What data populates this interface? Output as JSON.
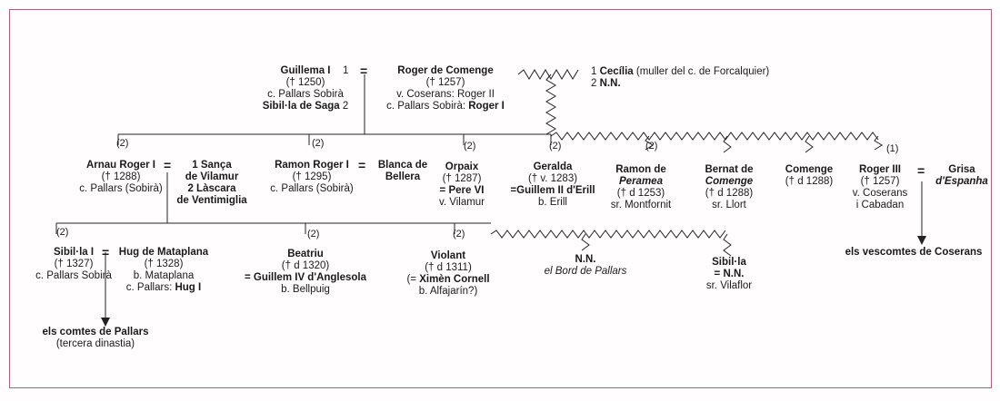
{
  "gen1": {
    "guillema": {
      "name": "Guillema I",
      "dates": "(† 1250)",
      "title": "c. Pallars Sobirà",
      "sibila_prefix": "Sibil·la de Saga",
      "sibila_num": "2"
    },
    "guillema_num": "1",
    "roger_comenge": {
      "name": "Roger de Comenge",
      "dates": "(† 1257)",
      "line1": "v. Coserans: Roger II",
      "line2_prefix": "c. Pallars Sobirà: ",
      "line2_bold": "Roger I"
    },
    "wives": {
      "w1_num": "1",
      "w1_name": "Cecília",
      "w1_note": "(muller del c. de Forcalquier)",
      "w2_num": "2",
      "w2_name": "N.N."
    }
  },
  "gen2": {
    "arnau": {
      "name": "Arnau Roger I",
      "dates": "(† 1288)",
      "title": "c. Pallars (Sobirà)",
      "marker": "(2)"
    },
    "arnau_spouse": {
      "l1": "1 Sança",
      "l2": "de Vilamur",
      "l3": "2 Làscara",
      "l4": "de Ventimiglia"
    },
    "ramon_roger": {
      "name": "Ramon Roger I",
      "dates": "(† 1295)",
      "title": "c. Pallars (Sobirà)",
      "marker": "(2)"
    },
    "ramon_spouse": {
      "l1": "Blanca de",
      "l2": "Bellera"
    },
    "orpaix": {
      "name": "Orpaix",
      "dates": "(† 1287)",
      "spouse": "= Pere VI",
      "title": "v. Vilamur",
      "marker": "(2)"
    },
    "geralda": {
      "name": "Geralda",
      "dates": "(† v. 1283)",
      "spouse": "=Guillem II d'Erill",
      "title": "b. Erill",
      "marker": "(2)"
    },
    "ramon_peramea": {
      "l1": "Ramon de",
      "l2": "Peramea",
      "dates": "(† d 1253)",
      "title": "sr. Montfornit",
      "marker": "(2)"
    },
    "bernat": {
      "l1": "Bernat de",
      "l2": "Comenge",
      "dates": "(† d 1288)",
      "title": "sr. Llort"
    },
    "comenge": {
      "name": "Comenge",
      "dates": "(† d 1288)"
    },
    "roger3": {
      "name": "Roger III",
      "dates": "(† 1257)",
      "title1": "v. Coserans",
      "title2": "i Cabadan",
      "marker": "(1)"
    },
    "grisa": {
      "l1": "Grisa",
      "l2": "d'Espanha"
    },
    "vescomtes": "els vescomtes de Coserans"
  },
  "gen3": {
    "sibila": {
      "name": "Sibil·la I",
      "dates": "(† 1327)",
      "title": "c. Pallars Sobirà",
      "marker": "(2)"
    },
    "hug": {
      "name": "Hug de Mataplana",
      "dates": "(† 1328)",
      "title1": "b. Mataplana",
      "title2_prefix": "c. Pallars: ",
      "title2_bold": "Hug I"
    },
    "beatriu": {
      "name": "Beatriu",
      "dates": "(† d 1320)",
      "spouse": "= Guillem IV d'Anglesola",
      "title": "b. Bellpuig",
      "marker": "(2)"
    },
    "violant": {
      "name": "Violant",
      "dates": "(† d 1311)",
      "spouse_prefix": "(= ",
      "spouse_bold": "Ximèn Cornell",
      "title": "b. Alfajarín?)",
      "marker": "(2)"
    },
    "nn": {
      "name": "N.N.",
      "title": "el Bord de Pallars"
    },
    "sibila_sr": {
      "name": "Sibil·la",
      "spouse": "= N.N.",
      "title": "sr. Vilaflor"
    },
    "comtes": {
      "name": "els comtes de Pallars",
      "note": "(tercera dinastia)"
    }
  }
}
